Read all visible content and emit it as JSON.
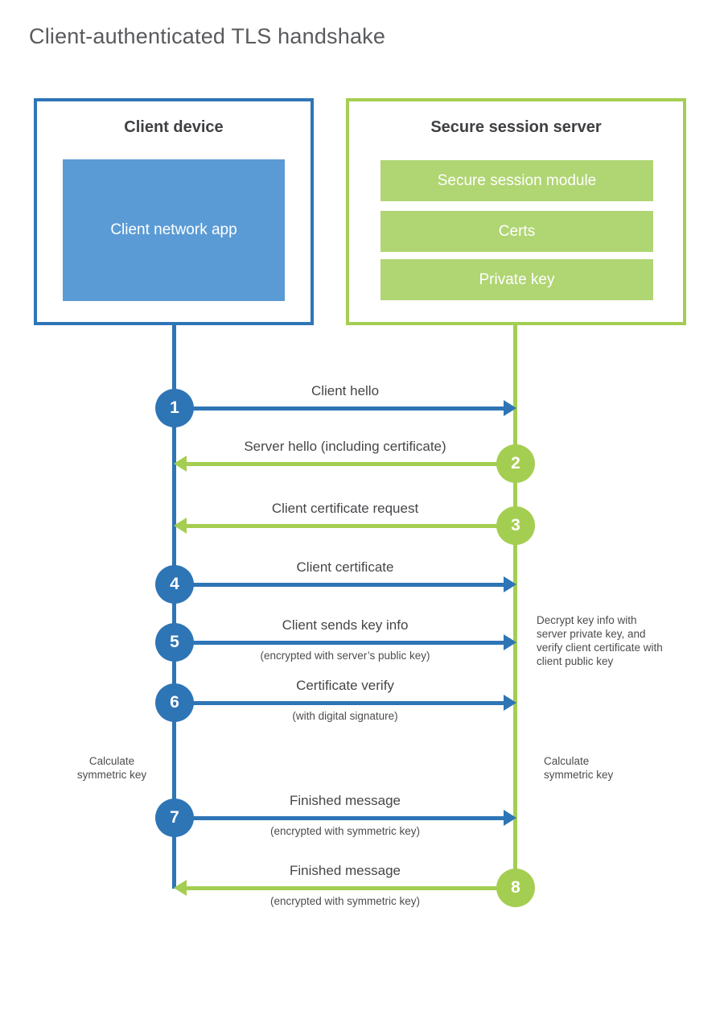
{
  "title": "Client-authenticated TLS handshake",
  "client": {
    "title": "Client device",
    "app": "Client network app"
  },
  "server": {
    "title": "Secure session server",
    "modules": [
      "Secure session module",
      "Certs",
      "Private key"
    ]
  },
  "steps": [
    {
      "num": "1",
      "direction": "client-to-server",
      "label": "Client hello",
      "sub": ""
    },
    {
      "num": "2",
      "direction": "server-to-client",
      "label": "Server hello (including certificate)",
      "sub": ""
    },
    {
      "num": "3",
      "direction": "server-to-client",
      "label": "Client certificate request",
      "sub": ""
    },
    {
      "num": "4",
      "direction": "client-to-server",
      "label": "Client certificate",
      "sub": ""
    },
    {
      "num": "5",
      "direction": "client-to-server",
      "label": "Client sends key info",
      "sub": "(encrypted with server’s public key)"
    },
    {
      "num": "6",
      "direction": "client-to-server",
      "label": "Certificate verify",
      "sub": "(with digital signature)"
    },
    {
      "num": "7",
      "direction": "client-to-server",
      "label": "Finished message",
      "sub": "(encrypted with symmetric key)"
    },
    {
      "num": "8",
      "direction": "server-to-client",
      "label": "Finished message",
      "sub": "(encrypted with symmetric key)"
    }
  ],
  "annotations": {
    "server_note": "Decrypt key info with server private key, and verify client certificate with client public key",
    "client_calc": "Calculate symmetric key",
    "server_calc": "Calculate symmetric key"
  },
  "colors": {
    "blue": "#2e75b6",
    "blue_fill": "#5b9bd5",
    "green": "#a4ce51",
    "green_fill": "#b0d573"
  }
}
